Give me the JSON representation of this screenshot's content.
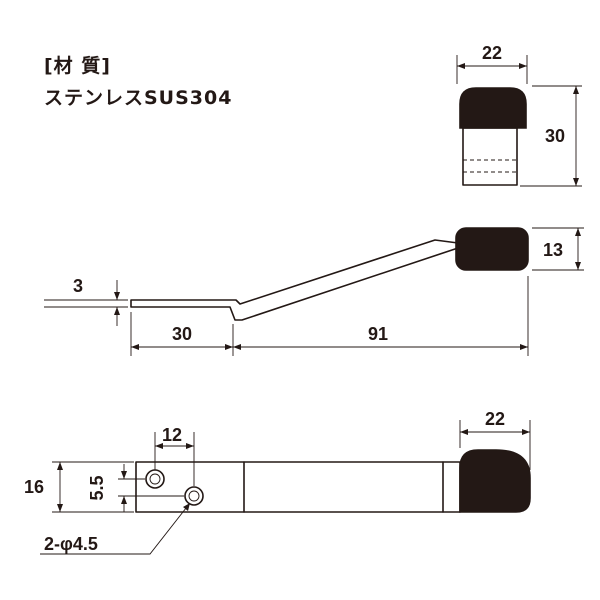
{
  "material": {
    "heading": "[材 質]",
    "value": "ステンレスSUS304"
  },
  "knob_view": {
    "width_label": "22",
    "height_label": "30"
  },
  "side_view": {
    "knob_height_label": "13",
    "thickness_label": "3",
    "flat_length_label": "30",
    "slope_length_label": "91"
  },
  "top_view": {
    "hole_pitch_label": "12",
    "hole_offset_label": "5.5",
    "width_label": "16",
    "knob_width_label": "22",
    "hole_callout": "2-φ4.5"
  }
}
